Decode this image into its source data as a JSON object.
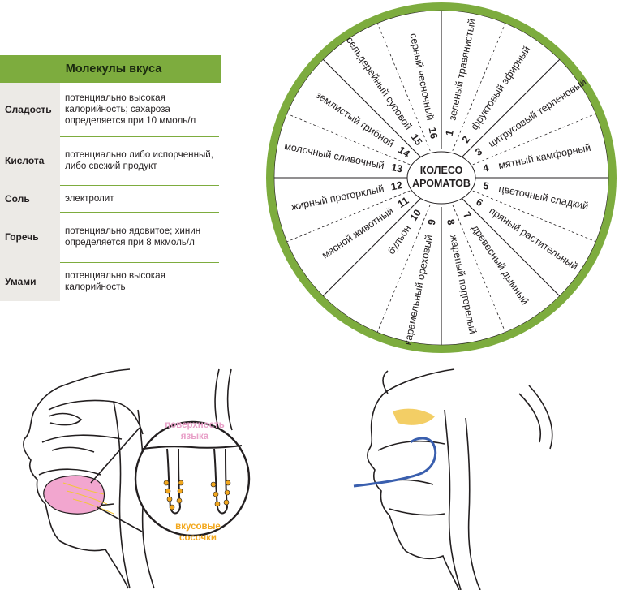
{
  "taste_table": {
    "title": "Молекулы вкуса",
    "rows": [
      {
        "name": "Сладость",
        "desc": "потенциально высокая калорийность; сахароза определяется при 10 ммоль/л"
      },
      {
        "name": "Кислота",
        "desc": "потенциально либо испорченный, либо свежий продукт"
      },
      {
        "name": "Соль",
        "desc": "электролит"
      },
      {
        "name": "Горечь",
        "desc": "потенциально ядовитое; хинин определяется при 8 мкмоль/л"
      },
      {
        "name": "Умами",
        "desc": "потенциально высокая калорийность"
      }
    ]
  },
  "aroma_wheel": {
    "center": [
      "КОЛЕСО",
      "АРОМАТОВ"
    ],
    "segments": [
      {
        "num": "1",
        "label": "зеленый травянистый"
      },
      {
        "num": "2",
        "label": "фруктовый эфирный"
      },
      {
        "num": "3",
        "label": "цитрусовый терпеновый"
      },
      {
        "num": "4",
        "label": "мятный камфорный"
      },
      {
        "num": "5",
        "label": "цветочный сладкий"
      },
      {
        "num": "6",
        "label": "пряный растительный"
      },
      {
        "num": "7",
        "label": "древесный дымный"
      },
      {
        "num": "8",
        "label": "жареный подгорелый"
      },
      {
        "num": "9",
        "label": "карамельный ореховый"
      },
      {
        "num": "10",
        "label": "бульон"
      },
      {
        "num": "11",
        "label": "мясной животный"
      },
      {
        "num": "12",
        "label": "жирный прогорклый"
      },
      {
        "num": "13",
        "label": "молочный сливочный"
      },
      {
        "num": "14",
        "label": "землистый грибной"
      },
      {
        "num": "15",
        "label": "сельдерейный суповой"
      },
      {
        "num": "16",
        "label": "серный чесночный"
      }
    ]
  },
  "anatomy": {
    "tongue_surface_label": [
      "поверхность",
      "языка"
    ],
    "taste_buds_label": [
      "вкусовые",
      "сосочки"
    ],
    "colors": {
      "tongue": "#f2a6cf",
      "taste_buds": "#f3a81d",
      "olfactory": "#f1c64a",
      "airflow": "#3a5fae"
    }
  },
  "colors": {
    "table_header": "#7dac3e",
    "table_name_bg": "#eceae6",
    "wheel_fill": "#ffffff",
    "wheel_border": "#7dac3e"
  }
}
